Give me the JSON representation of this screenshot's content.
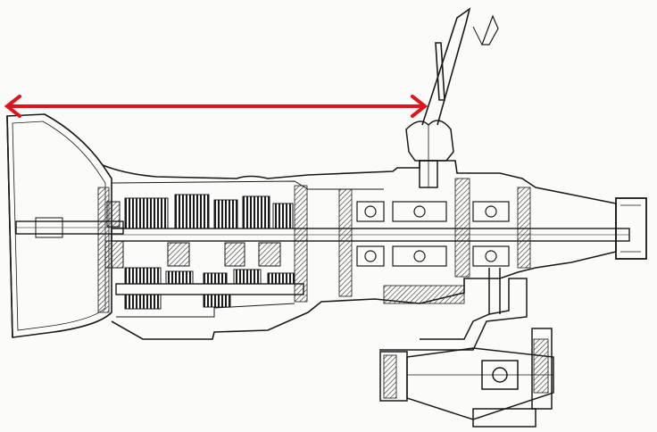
{
  "diagram": {
    "subject": "transmission-cutaway",
    "colors": {
      "paper": "#fbfbf9",
      "ink": "#1a1a1a",
      "hatch": "#2b2b2b",
      "measure": "#e0141e"
    },
    "measure_arrow": {
      "kind": "double-headed",
      "marks": "bellhousing-face-to-shift-lever"
    }
  }
}
